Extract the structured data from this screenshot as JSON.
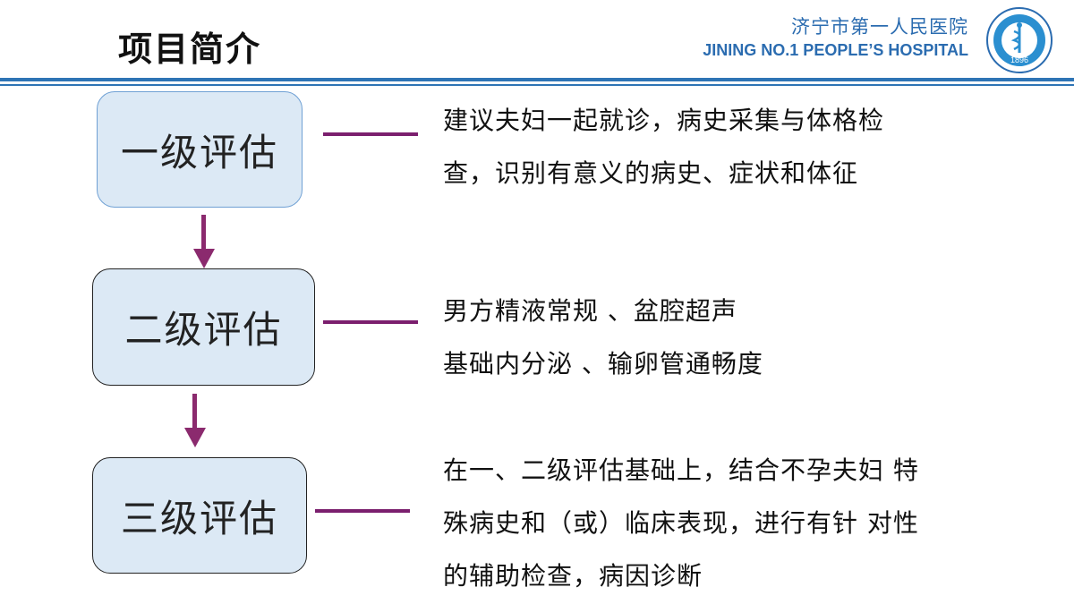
{
  "header": {
    "title": "项目简介",
    "hospital_cn": "济宁市第一人民医院",
    "hospital_en": "JINING NO.1 PEOPLE’S HOSPITAL",
    "logo_year": "1896"
  },
  "levels": [
    {
      "label": "一级评估",
      "description": [
        "建议夫妇一起就诊，病史采集与体格检",
        "查，识别有意义的病史、症状和体征"
      ]
    },
    {
      "label": "二级评估",
      "description": [
        "男方精液常规 、盆腔超声",
        "基础内分泌 、输卵管通畅度"
      ]
    },
    {
      "label": "三级评估",
      "description": [
        "在一、二级评估基础上，结合不孕夫妇 特",
        "殊病史和（或）临床表现，进行有针 对性",
        "的辅助检查，病因诊断"
      ]
    }
  ],
  "colors": {
    "accent_blue": "#2e74b5",
    "connector_purple": "#7b1f6e",
    "box_fill": "#dce9f5"
  }
}
